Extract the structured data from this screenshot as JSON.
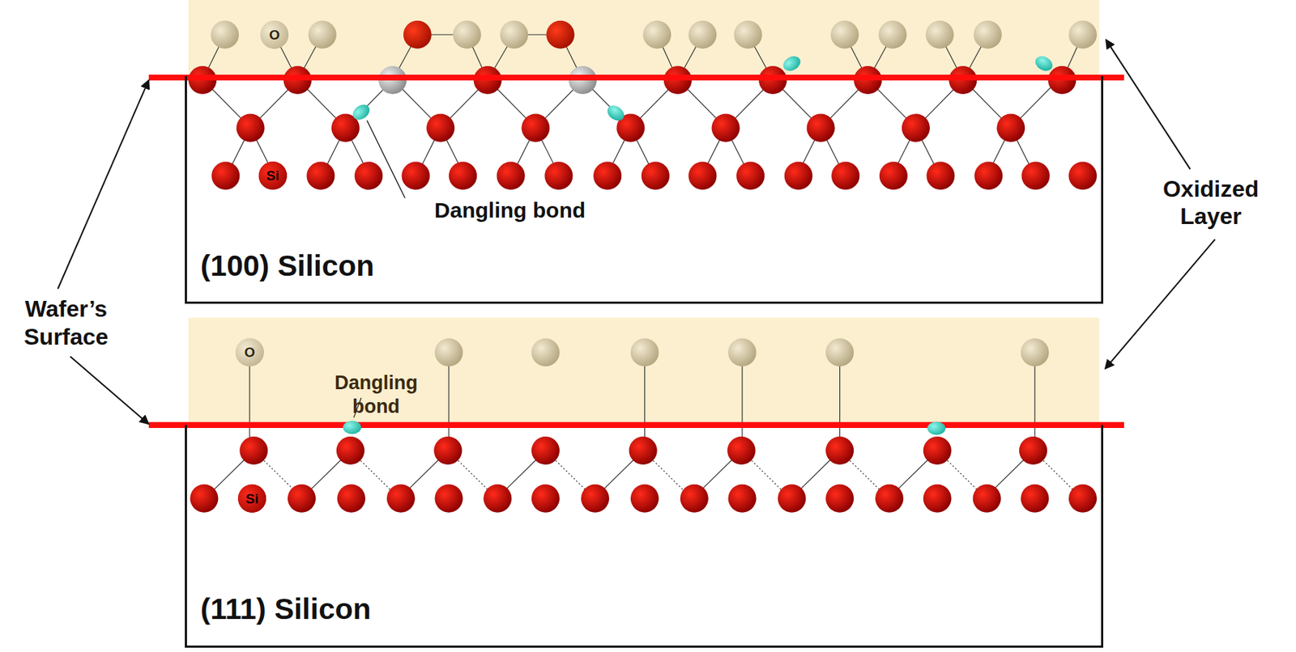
{
  "diagram": {
    "nodes": [
      {
        "text": [
          "(100) Silicon"
        ]
      },
      {
        "text": [
          "O"
        ]
      },
      {
        "text": [
          "Si"
        ],
        "in": 0
      },
      {
        "text": [
          "(111) Silicon"
        ]
      },
      {
        "text": [
          "O"
        ]
      },
      {
        "text": [
          "Si"
        ],
        "in": 3
      }
    ],
    "labels": [
      "Dangling bond",
      "Dangling bond",
      "Wafer’s Surface",
      "Oxidized Layer"
    ]
  }
}
